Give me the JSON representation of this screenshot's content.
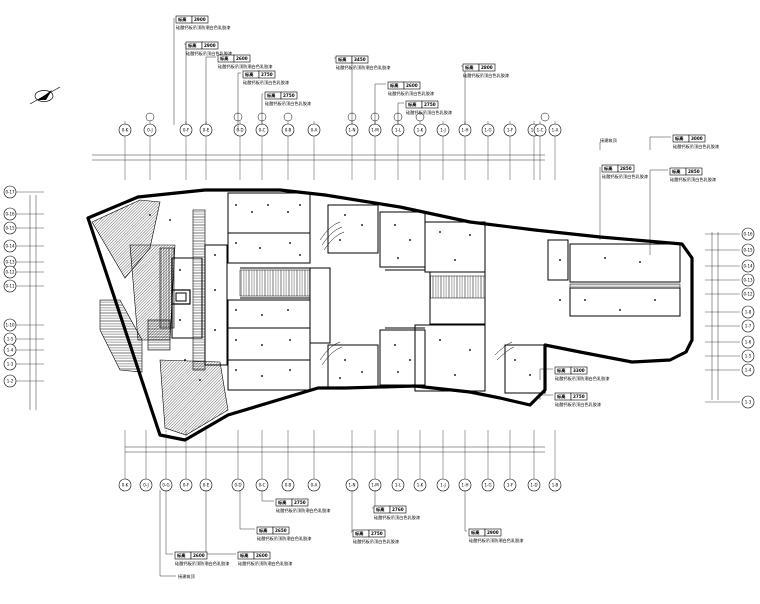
{
  "grid_top_labels": [
    "0-K",
    "0-J",
    "0-F",
    "0-E",
    "0-D",
    "0-C",
    "0-B",
    "0-A",
    "1-N",
    "1-M",
    "1-L",
    "1-K",
    "1-J",
    "1-H",
    "1-G",
    "1-F",
    "1-E",
    "1-C",
    "1-A"
  ],
  "grid_bottom_labels": [
    "0-K",
    "0-J",
    "0-G",
    "0-F",
    "0-E",
    "0-D",
    "0-C",
    "0-B",
    "0-A",
    "1-N",
    "1-M",
    "1-L",
    "1-K",
    "1-J",
    "1-H",
    "1-G",
    "1-F",
    "1-D",
    "1-B"
  ],
  "grid_left_labels": [
    "0-17",
    "0-16",
    "0-15",
    "0-14",
    "0-13",
    "0-12",
    "0-11",
    "1-10",
    "1-5",
    "1-4",
    "1-3",
    "1-2"
  ],
  "grid_right_labels": [
    "0-16",
    "0-15",
    "0-14",
    "0-13",
    "0-12",
    "1-8",
    "1-7",
    "1-6",
    "1-5",
    "1-4",
    "1-3"
  ],
  "tags": [
    {
      "label": "标高",
      "value": "2900",
      "note": "硅酸钙板吊顶防潮白色乳胶漆"
    },
    {
      "label": "标高",
      "value": "2900",
      "note": "硅酸钙板吊顶白色乳胶漆"
    },
    {
      "label": "标高",
      "value": "2600",
      "note": "硅酸钙板吊顶防潮白色乳胶漆"
    },
    {
      "label": "标高",
      "value": "2750",
      "note": "硅酸钙板吊顶白色乳胶漆"
    },
    {
      "label": "标高",
      "value": "2750",
      "note": "硅酸钙板吊顶白色乳胶漆"
    },
    {
      "label": "标高",
      "value": "3450",
      "note": "硅酸钙板吊顶防潮白色乳胶漆"
    },
    {
      "label": "标高",
      "value": "2600",
      "note": "硅酸钙板吊顶白色乳胶漆"
    },
    {
      "label": "标高",
      "value": "2750",
      "note": "硅酸钙板吊顶白色乳胶漆"
    },
    {
      "label": "标高",
      "value": "2800",
      "note": "硅酸钙板吊顶白色乳胶漆"
    },
    {
      "label": "标高",
      "value": "3000",
      "note": "硅酸钙板吊顶白色乳胶漆"
    },
    {
      "label": "标高",
      "value": "2850",
      "note": "硅酸钙板吊顶白色乳胶漆"
    },
    {
      "label": "标高",
      "value": "2850",
      "note": "硅酸钙板吊顶白色乳胶漆"
    },
    {
      "label": "标高",
      "value": "3300",
      "note": "硅酸钙板吊顶防潮白色乳胶漆"
    },
    {
      "label": "标高",
      "value": "2750",
      "note": "硅酸钙板吊顶白色乳胶漆"
    },
    {
      "label": "标高",
      "value": "2750",
      "note": "硅酸钙板吊顶防潮白色乳胶漆"
    },
    {
      "label": "标高",
      "value": "2650",
      "note": "硅酸钙板吊顶防潮白色乳胶漆"
    },
    {
      "label": "标高",
      "value": "2750",
      "note": "硅酸钙板吊顶白色乳胶漆"
    },
    {
      "label": "标高",
      "value": "2760",
      "note": "硅酸钙板吊顶白色乳胶漆"
    },
    {
      "label": "标高",
      "value": "2900",
      "note": "硅酸钙板吊顶防潮白色乳胶漆"
    },
    {
      "label": "标高",
      "value": "2600",
      "note": "硅酸钙板吊顶防潮白色乳胶漆"
    },
    {
      "label": "标高",
      "value": "2600",
      "note": "硅酸钙板吊顶防潮白色乳胶漆"
    }
  ],
  "notes": [
    "接建筑顶",
    "接建筑顶"
  ],
  "colors": {
    "line": "#000000",
    "background": "#ffffff"
  }
}
